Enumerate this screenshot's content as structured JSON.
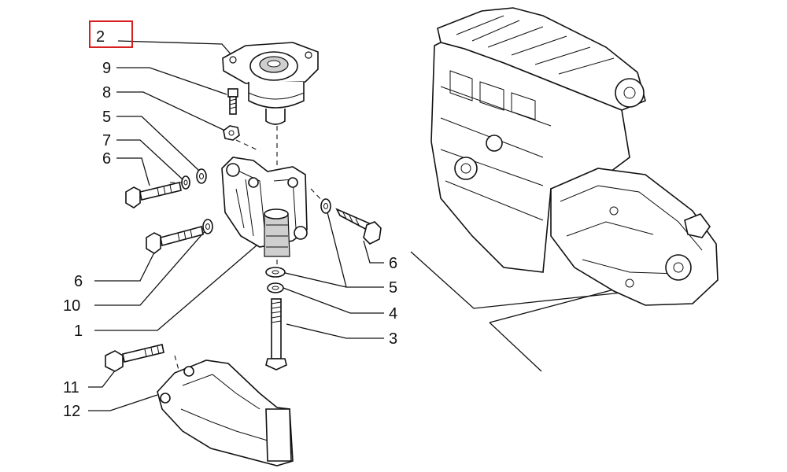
{
  "diagram": {
    "highlight_color": "#d62020",
    "callouts": [
      {
        "id": "c2",
        "text": "2"
      },
      {
        "id": "c9",
        "text": "9"
      },
      {
        "id": "c8",
        "text": "8"
      },
      {
        "id": "c5a",
        "text": "5"
      },
      {
        "id": "c7",
        "text": "7"
      },
      {
        "id": "c6a",
        "text": "6"
      },
      {
        "id": "c6b",
        "text": "6"
      },
      {
        "id": "c10",
        "text": "10"
      },
      {
        "id": "c1",
        "text": "1"
      },
      {
        "id": "c11",
        "text": "11"
      },
      {
        "id": "c12",
        "text": "12"
      },
      {
        "id": "c6c",
        "text": "6"
      },
      {
        "id": "c5b",
        "text": "5"
      },
      {
        "id": "c4",
        "text": "4"
      },
      {
        "id": "c3",
        "text": "3"
      }
    ]
  }
}
